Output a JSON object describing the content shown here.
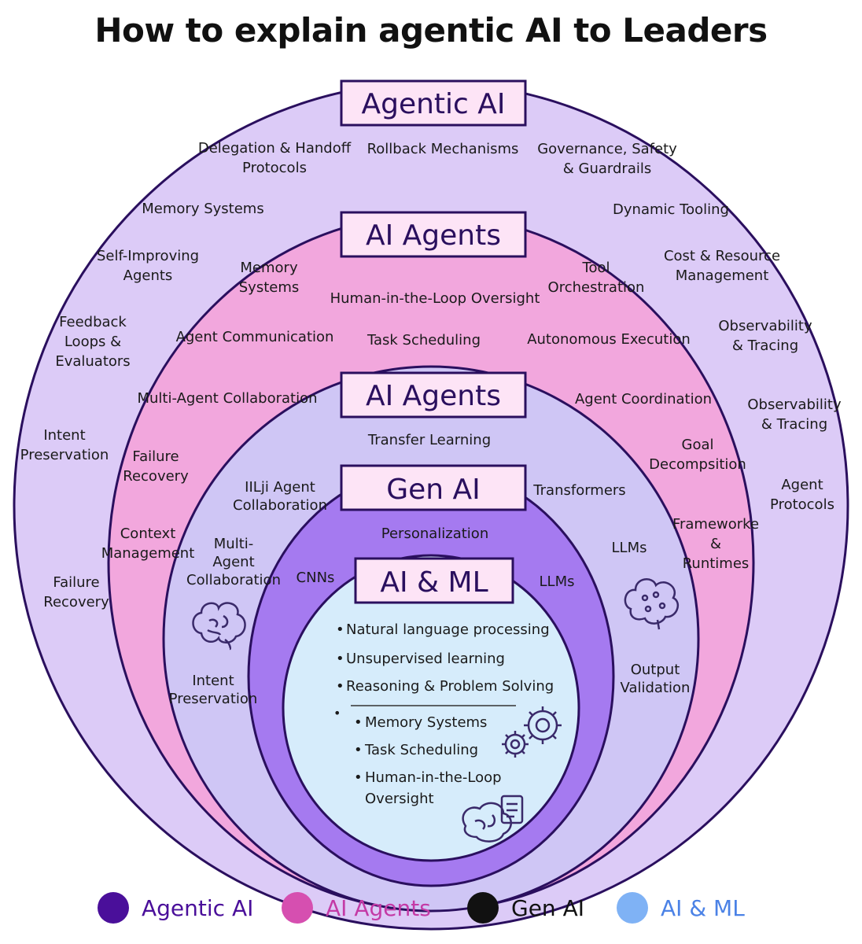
{
  "title": "How to explain agentic AI to Leaders",
  "colors": {
    "agentic": "#4a0f9a",
    "agents": "#d64fb0",
    "genai": "#111111",
    "aiml": "#7fb2f5",
    "ring_outer": "#dccbf7",
    "ring_pink": "#f2a7dd",
    "ring_lav": "#cfc6f5",
    "ring_purple": "#a57af0",
    "core": "#d6ecfb",
    "outline": "#2a0f5e",
    "label_box": "#fde4f6"
  },
  "rings": {
    "agentic_label": "Agentic AI",
    "agents_label": "AI Agents",
    "agents2_label": "AI Agents",
    "genai_label": "Gen AI",
    "aiml_label": "AI & ML"
  },
  "agentic_ring": [
    "Delegation & Handoff|Protocols",
    "Rollback Mechanisms",
    "Governance, Safety|& Guardrails",
    "Memory Systems",
    "Dynamic Tooling",
    "Self-Improving|Agents",
    "Cost & Resource|Management",
    "Feedback|Loops &|Evaluators",
    "Observability|& Tracing",
    "Observability|& Tracing",
    "Intent|Preservation",
    "Agent|Protocols",
    "Failure|Recovery"
  ],
  "agents_ring": [
    "Memory|Systems",
    "Tool|Orchestration",
    "Human-in-the-Loop Oversight",
    "Agent Communication",
    "Task Scheduling",
    "Autonomous Execution",
    "Multi-Agent Collaboration",
    "Agent Coordination",
    "Goal|Decompsition",
    "Failure|Recovery",
    "Context|Management",
    "Frameworke|&|Runtimes"
  ],
  "agents2_ring": [
    "Transfer Learning",
    "IILji Agent|Collaboration",
    "Transformers",
    "Multi-|Agent|Collaboration",
    "LLMs",
    "Intent|Preservation",
    "Output|Validation"
  ],
  "genai_ring": [
    "Personalization",
    "CNNs",
    "LLMs"
  ],
  "aiml_core": {
    "items": [
      "Natural language processing",
      "Unsupervised learning",
      "Reasoning & Problem Solving"
    ],
    "sub_items": [
      "Memory Systems",
      "Task Scheduling",
      "Human-in-the-Loop|Oversight"
    ]
  },
  "legend": [
    {
      "label": "Agentic AI",
      "color": "#4a0f9a",
      "text_color": "#4a0f9a"
    },
    {
      "label": "AI Agents",
      "color": "#d64fb0",
      "text_color": "#c43aa6"
    },
    {
      "label": "Gen AI",
      "color": "#111111",
      "text_color": "#111111"
    },
    {
      "label": "AI & ML",
      "color": "#7fb2f5",
      "text_color": "#4b82e6"
    }
  ]
}
